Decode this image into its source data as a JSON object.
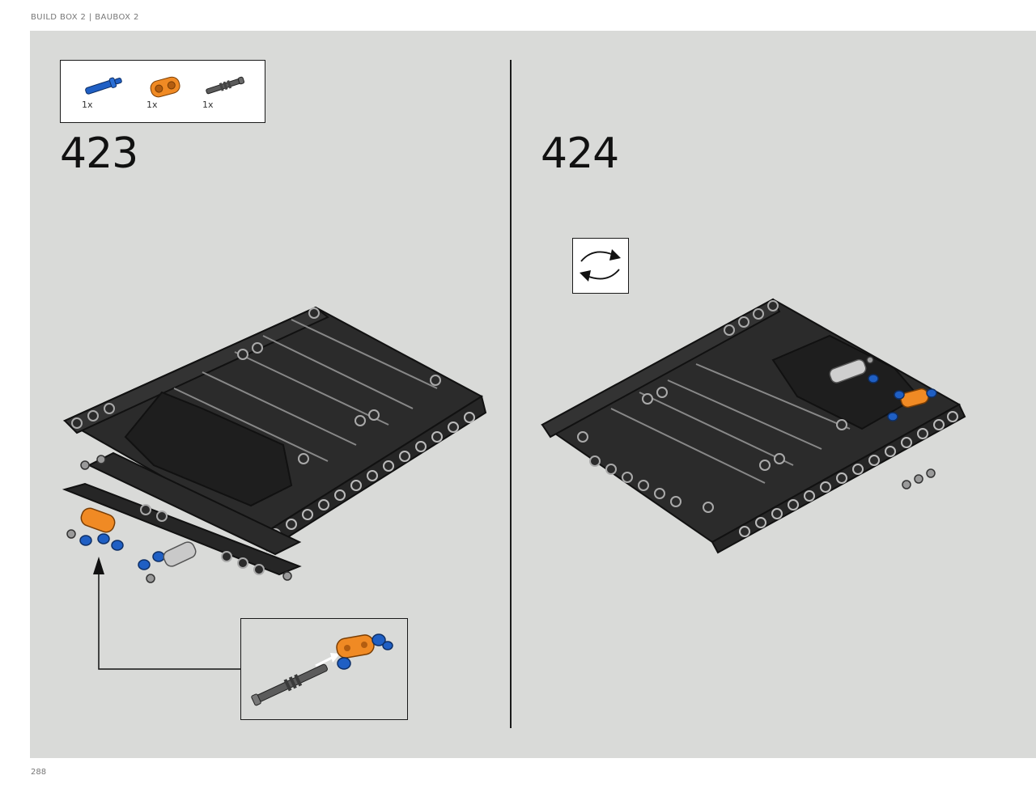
{
  "header": {
    "title": "BUILD BOX 2  |  BAUBOX 2"
  },
  "page_number": "288",
  "parts_list": {
    "items": [
      {
        "icon": "blue-axle-pin-icon",
        "qty": "1x",
        "color": "#1f5fc4"
      },
      {
        "icon": "orange-connector-icon",
        "qty": "1x",
        "color": "#f08a24"
      },
      {
        "icon": "dark-gray-axle-icon",
        "qty": "1x",
        "color": "#555555"
      }
    ]
  },
  "steps": [
    {
      "number": "423"
    },
    {
      "number": "424"
    }
  ],
  "rotate": {
    "icon": "rotate-model-icon"
  },
  "colors": {
    "background": "#d9dad8",
    "beam": "#2b2b2b",
    "orange": "#f08a24",
    "blue": "#1f5fc4",
    "light_gray": "#bdbdbd"
  }
}
